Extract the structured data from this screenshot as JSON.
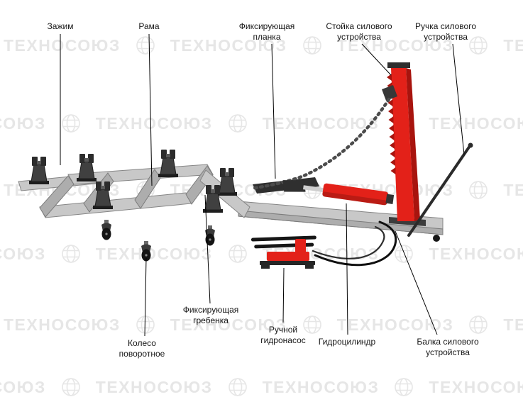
{
  "watermark": {
    "text": "ТЕХНОСОЮЗ",
    "color": "#e6e6e6"
  },
  "colors": {
    "accent_red": "#e32119",
    "accent_red_dark": "#a8140e",
    "metal_gray": "#c8c8c8",
    "label_text": "#161616"
  },
  "labels": {
    "clamp": "Зажим",
    "frame": "Рама",
    "fixing_plank": "Фиксирующая планка",
    "power_stand": "Стойка силового устройства",
    "power_handle": "Ручка силового устройства",
    "fixing_comb": "Фиксирующая гребенка",
    "swivel_wheel": "Колесо поворотное",
    "hand_pump": "Ручной гидронасос",
    "hydraulic_cylinder": "Гидроцилиндр",
    "power_beam": "Балка силового устройства"
  },
  "icons": {
    "globe": "globe-watermark-icon"
  }
}
